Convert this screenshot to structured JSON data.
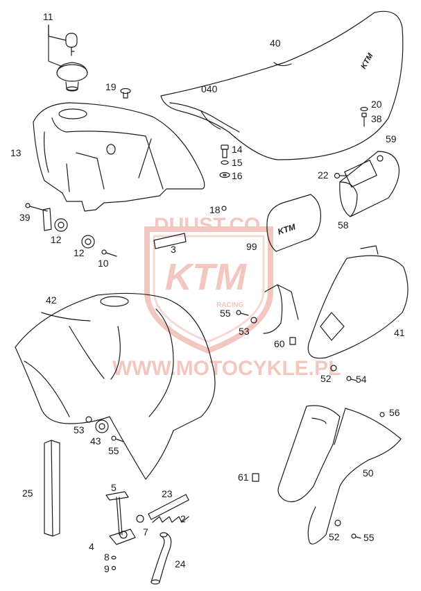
{
  "watermark": {
    "top": "DUUST.CO",
    "brand": "KTM",
    "small": "RACING",
    "bottom": "WWW.MOTOCYKLE.PL",
    "color": "#f2c7bf"
  },
  "decals": {
    "seat_logo": "KTM",
    "sticker_logo": "KTM"
  },
  "callouts": [
    {
      "id": "11",
      "label": "11"
    },
    {
      "id": "40",
      "label": "40"
    },
    {
      "id": "040",
      "label": "040"
    },
    {
      "id": "19",
      "label": "19"
    },
    {
      "id": "20",
      "label": "20"
    },
    {
      "id": "38",
      "label": "38"
    },
    {
      "id": "13",
      "label": "13"
    },
    {
      "id": "14",
      "label": "14"
    },
    {
      "id": "15",
      "label": "15"
    },
    {
      "id": "16",
      "label": "16"
    },
    {
      "id": "59",
      "label": "59"
    },
    {
      "id": "22",
      "label": "22"
    },
    {
      "id": "18",
      "label": "18"
    },
    {
      "id": "39",
      "label": "39"
    },
    {
      "id": "12a",
      "label": "12"
    },
    {
      "id": "12b",
      "label": "12"
    },
    {
      "id": "3",
      "label": "3"
    },
    {
      "id": "58",
      "label": "58"
    },
    {
      "id": "99",
      "label": "99"
    },
    {
      "id": "10",
      "label": "10"
    },
    {
      "id": "42",
      "label": "42"
    },
    {
      "id": "55a",
      "label": "55"
    },
    {
      "id": "53a",
      "label": "53"
    },
    {
      "id": "41",
      "label": "41"
    },
    {
      "id": "60",
      "label": "60"
    },
    {
      "id": "52a",
      "label": "52"
    },
    {
      "id": "54",
      "label": "54"
    },
    {
      "id": "53b",
      "label": "53"
    },
    {
      "id": "43",
      "label": "43"
    },
    {
      "id": "55b",
      "label": "55"
    },
    {
      "id": "56",
      "label": "56"
    },
    {
      "id": "25",
      "label": "25"
    },
    {
      "id": "5",
      "label": "5"
    },
    {
      "id": "23",
      "label": "23"
    },
    {
      "id": "61",
      "label": "61"
    },
    {
      "id": "50",
      "label": "50"
    },
    {
      "id": "7",
      "label": "7"
    },
    {
      "id": "2",
      "label": "2"
    },
    {
      "id": "4",
      "label": "4"
    },
    {
      "id": "8",
      "label": "8"
    },
    {
      "id": "9",
      "label": "9"
    },
    {
      "id": "24",
      "label": "24"
    },
    {
      "id": "52b",
      "label": "52"
    },
    {
      "id": "55c",
      "label": "55"
    }
  ]
}
